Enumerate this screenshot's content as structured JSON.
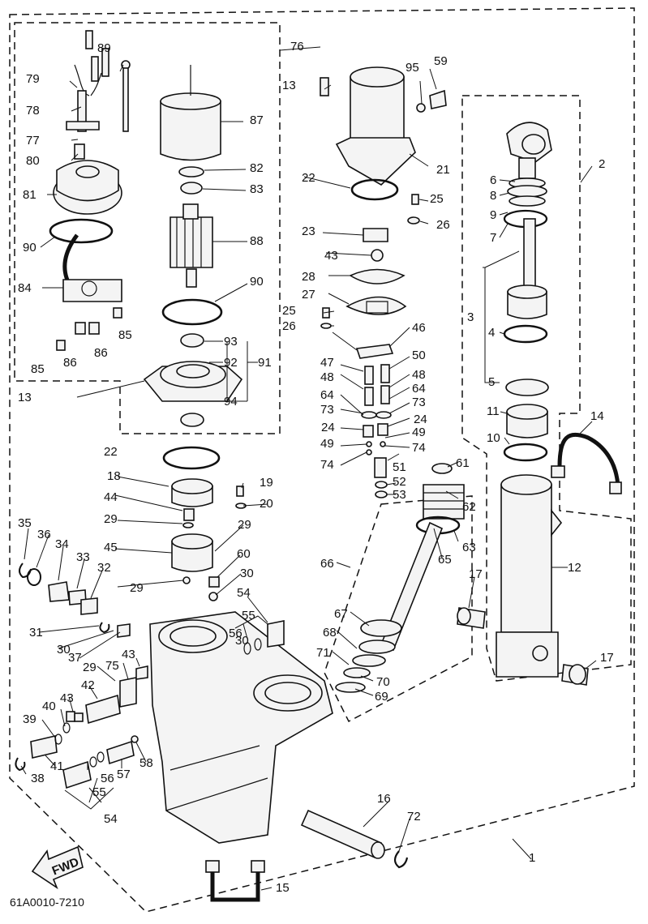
{
  "diagram": {
    "drawing_code": "61A0010-7210",
    "direction_mark": "FWD",
    "callouts": [
      "1",
      "2",
      "3",
      "4",
      "5",
      "6",
      "7",
      "8",
      "9",
      "10",
      "11",
      "12",
      "13",
      "13",
      "14",
      "15",
      "16",
      "17",
      "17",
      "18",
      "19",
      "20",
      "21",
      "22",
      "22",
      "23",
      "24",
      "24",
      "25",
      "25",
      "26",
      "26",
      "27",
      "28",
      "29",
      "29",
      "29",
      "29",
      "30",
      "30",
      "30",
      "31",
      "32",
      "33",
      "34",
      "35",
      "36",
      "37",
      "38",
      "39",
      "40",
      "41",
      "42",
      "43",
      "43",
      "43",
      "44",
      "45",
      "46",
      "47",
      "48",
      "48",
      "49",
      "49",
      "50",
      "51",
      "52",
      "53",
      "54",
      "54",
      "55",
      "55",
      "56",
      "56",
      "57",
      "58",
      "59",
      "60",
      "61",
      "62",
      "63",
      "64",
      "64",
      "65",
      "66",
      "67",
      "68",
      "69",
      "70",
      "71",
      "72",
      "73",
      "73",
      "74",
      "74",
      "75",
      "76",
      "77",
      "78",
      "79",
      "80",
      "81",
      "82",
      "83",
      "84",
      "85",
      "85",
      "86",
      "86",
      "87",
      "88",
      "89",
      "90",
      "90",
      "91",
      "92",
      "93",
      "94",
      "95"
    ]
  }
}
